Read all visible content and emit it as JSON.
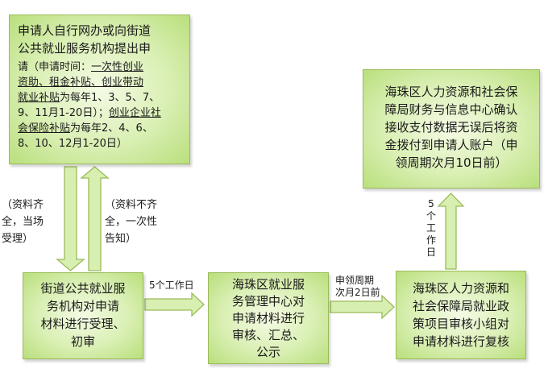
{
  "boxes": {
    "apply": {
      "line1": "申请人自行网办或向街道",
      "line2": "公共就业服务机构提出申",
      "line3_a": "请（申请时间：",
      "line3_b": "一次性创业",
      "line4": "资助、租金补贴、创业带动",
      "line5_a": "就业补贴",
      "line5_b": "为每年1、3、5、7、",
      "line6": "9、11月1-20日）；",
      "line6_b": "创业企业社",
      "line7_a": "会保险补贴",
      "line7_b": "为每年2、4、6、",
      "line8": "8、10、12月1-20日）"
    },
    "street": {
      "line1": "街道公共就业服",
      "line2": "务机构对申请",
      "line3": "材料进行受理、",
      "line4": "初审"
    },
    "center": {
      "line1": "海珠区就业服",
      "line2": "务管理中心对",
      "line3": "申请材料进行",
      "line4": "审核、汇总、",
      "line5": "公示"
    },
    "review": {
      "line1": "海珠区人力资源和",
      "line2": "社会保障局就业政",
      "line3": "策项目审核小组对",
      "line4": "申请材料进行复核"
    },
    "finance": {
      "line1": "海珠区人力资源和社会保",
      "line2": "障局财务与信息中心确认",
      "line3": "接收支付数据无误后将资",
      "line4": "金拨付到申请人账户（申",
      "line5": "领周期次月10日前）"
    }
  },
  "notes": {
    "complete": [
      "（资料齐",
      "全，当场",
      "受理）"
    ],
    "incomplete": [
      "（资料不齐",
      "全，一次性",
      "告知）"
    ]
  },
  "labels": {
    "five_days": "5个工作日",
    "cycle": [
      "申领周期",
      "次月2日前"
    ],
    "five_days_vertical": [
      "5",
      "个",
      "工",
      "作",
      "日"
    ]
  }
}
